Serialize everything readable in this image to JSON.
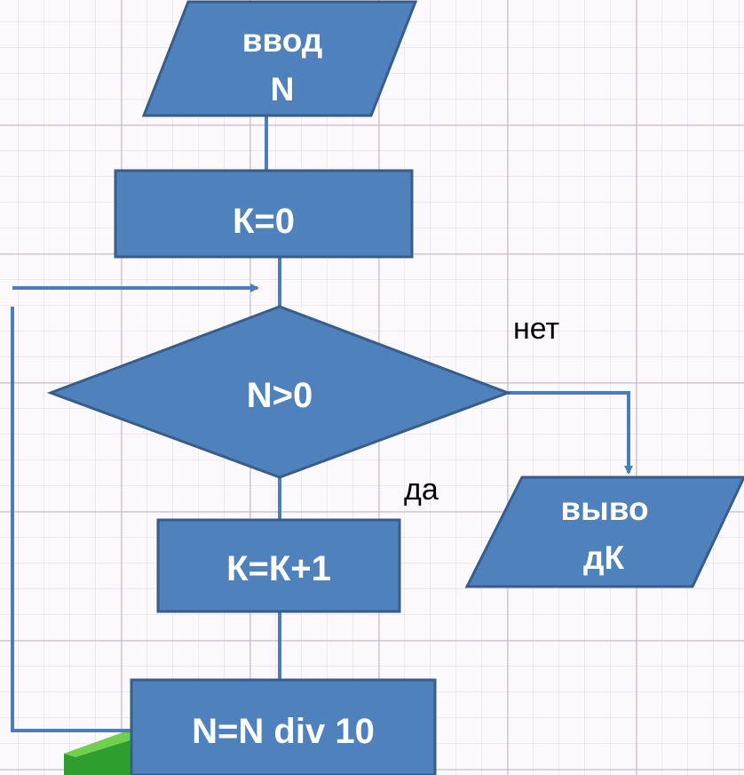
{
  "colors": {
    "block_fill": "#4f81bd",
    "block_border": "#385d8a",
    "connector": "#4a7ebb",
    "block_text": "#ffffff",
    "label_text": "#000000",
    "corner_decoration": "#2e9e2e"
  },
  "blocks": {
    "input": {
      "line1": "ввод",
      "line2": "N"
    },
    "init": {
      "text": "К=0"
    },
    "condition": {
      "text": "N>0"
    },
    "increment": {
      "text": "К=К+1"
    },
    "divide": {
      "text": "N=N div 10"
    },
    "output": {
      "line1": "выво",
      "line2": "дК"
    }
  },
  "labels": {
    "no": "нет",
    "yes": "да"
  }
}
